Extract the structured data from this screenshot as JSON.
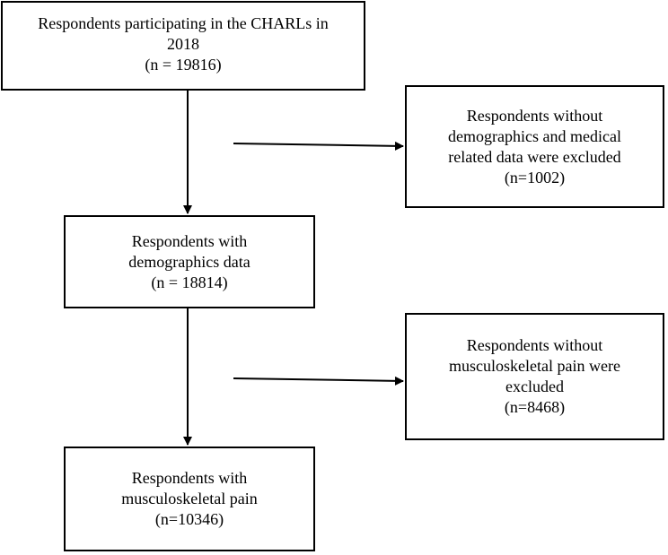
{
  "boxes": {
    "start": {
      "lines": [
        "Respondents participating in the CHARLs in",
        "2018",
        "(n = 19816)"
      ]
    },
    "excluded_1": {
      "lines": [
        "Respondents without",
        "demographics and medical",
        "related data were excluded",
        "(n=1002)"
      ]
    },
    "middle": {
      "lines": [
        "Respondents with",
        "demographics data",
        "(n = 18814)"
      ]
    },
    "excluded_2": {
      "lines": [
        "Respondents without",
        "musculoskeletal pain were",
        "excluded",
        "(n=8468)"
      ]
    },
    "final": {
      "lines": [
        "Respondents with",
        "musculoskeletal pain",
        "(n=10346)"
      ]
    }
  }
}
